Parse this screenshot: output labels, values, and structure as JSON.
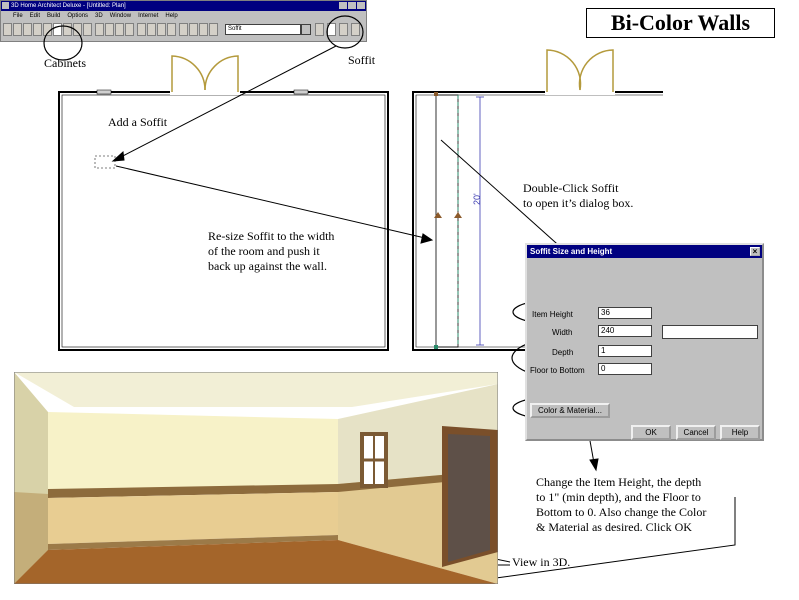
{
  "app": {
    "title": "3D Home Architect Deluxe - [Untitled: Plan]",
    "menu": [
      "File",
      "Edit",
      "Build",
      "Options",
      "3D",
      "Window",
      "Internet",
      "Help"
    ],
    "selected_tool": "Soffit"
  },
  "slide_title": "Bi-Color Walls",
  "callouts": {
    "cabinets": "Cabinets",
    "soffit": "Soffit",
    "add_soffit": "Add a Soffit",
    "resize_1": "Re-size Soffit to the width",
    "resize_2": "of the room and push it",
    "resize_3": "back up against the wall.",
    "dbl_1": "Double-Click Soffit",
    "dbl_2": "to open it’s dialog box.",
    "change_1": "Change the Item Height, the depth",
    "change_2": "to 1\" (min depth), and the Floor to",
    "change_3": "Bottom to 0. Also change the Color",
    "change_4": "& Material as desired.  Click OK",
    "view3d": "View in 3D."
  },
  "plan": {
    "dimension": "20'"
  },
  "dialog": {
    "title": "Soffit Size and Height",
    "close": "×",
    "height_label": "Item  Height",
    "height_value": "36",
    "width_label": "Width",
    "width_value": "240",
    "depth_label": "Depth",
    "depth_value": "1",
    "floor_label": "Floor to Bottom",
    "floor_value": "0",
    "color_button": "Color & Material...",
    "ok": "OK",
    "cancel": "Cancel",
    "help": "Help"
  },
  "colors": {
    "title_bar": "#000080",
    "upper_wall": "#f4efc2",
    "lower_wall": "#e5cc92",
    "floor": "#a0642a"
  }
}
